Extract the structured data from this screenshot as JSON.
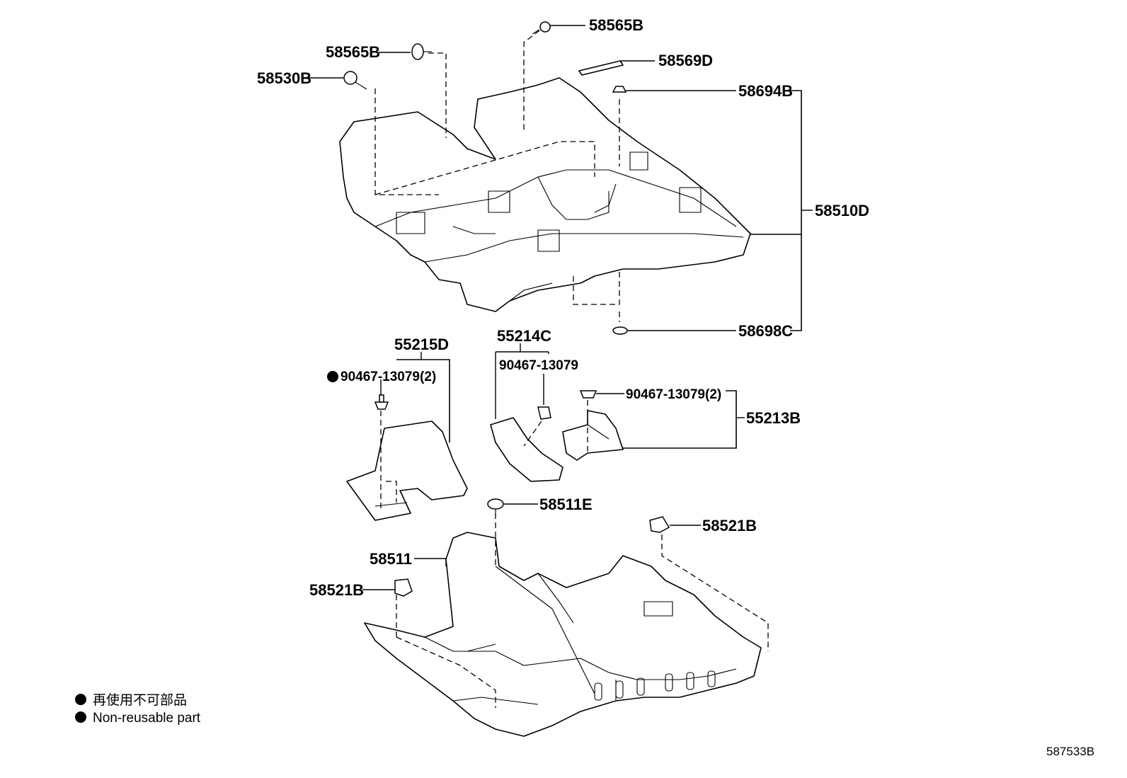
{
  "diagram": {
    "part_labels": {
      "p58565B_top": "58565B",
      "p58565B_left": "58565B",
      "p58569D": "58569D",
      "p58530B": "58530B",
      "p58694B": "58694B",
      "p58510D": "58510D",
      "p58698C": "58698C",
      "p55215D": "55215D",
      "p55214C": "55214C",
      "p90467_mid": "90467-13079",
      "p90467_left": "90467-13079(2)",
      "p90467_right": "90467-13079(2)",
      "p55213B": "55213B",
      "p58511E": "58511E",
      "p58521B_right": "58521B",
      "p58511": "58511",
      "p58521B_left": "58521B"
    },
    "legend": {
      "line_jp": "再使用不可部品",
      "line_en": "Non-reusable part"
    },
    "figure_number": "587533B"
  }
}
